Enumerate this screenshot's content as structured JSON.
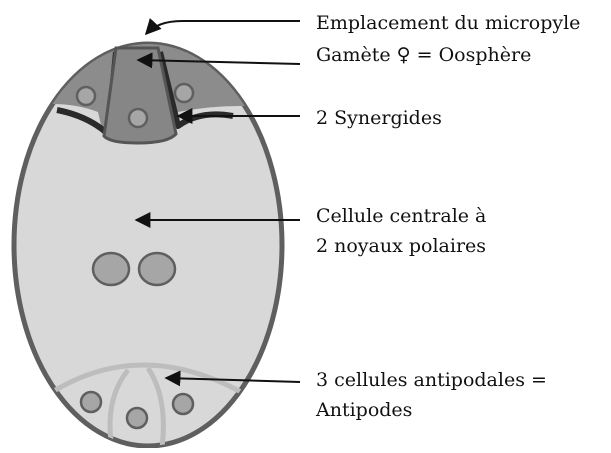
{
  "diagram": {
    "labels": [
      {
        "id": "micropyle",
        "lines": [
          "Emplacement du micropyle"
        ]
      },
      {
        "id": "oosphere",
        "lines": [
          "Gamète ♀ = Oosphère"
        ]
      },
      {
        "id": "synergides",
        "lines": [
          "2 Synergides"
        ]
      },
      {
        "id": "cellule_centrale",
        "lines": [
          "Cellule centrale à",
          "2 noyaux polaires"
        ]
      },
      {
        "id": "antipodes",
        "lines": [
          "3 cellules antipodales =",
          "Antipodes"
        ]
      }
    ],
    "colors": {
      "outline": "#5f5f5f",
      "central_cell": "#d8d8d8",
      "micropylar_cells": "#8c8c8c",
      "egg_cell": "#868686",
      "nucleus": "#a6a6a6",
      "antipodal_lines": "#bdbdbd",
      "arrows": "#111111"
    }
  }
}
